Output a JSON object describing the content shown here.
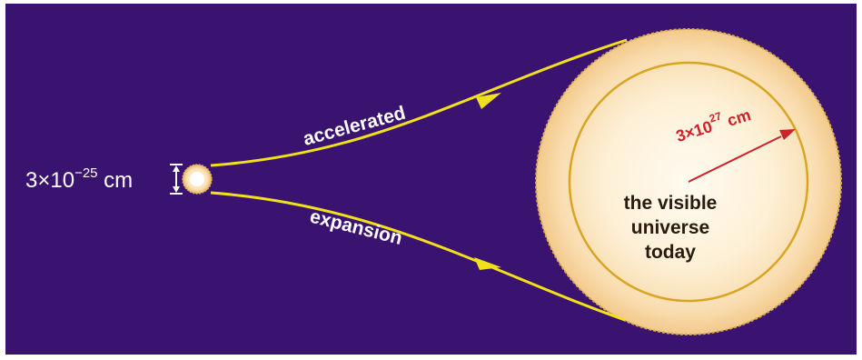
{
  "labels": {
    "small_base": "3×10",
    "small_exp": "−25",
    "small_unit": " cm",
    "upper_arrow": "accelerated",
    "lower_arrow": "expansion",
    "radius_base": "3×10",
    "radius_exp": "27",
    "radius_unit": " cm",
    "universe_line1": "the visible",
    "universe_line2": "universe",
    "universe_line3": "today"
  },
  "colors": {
    "background": "#3a1370",
    "arrow": "#f2e11a",
    "sphere_fill": "#fbe2b4",
    "sphere_edge": "#d8a94a",
    "inner_ring": "#d9a520",
    "radius_arrow": "#d0202a",
    "small_text": "#ffffff"
  }
}
